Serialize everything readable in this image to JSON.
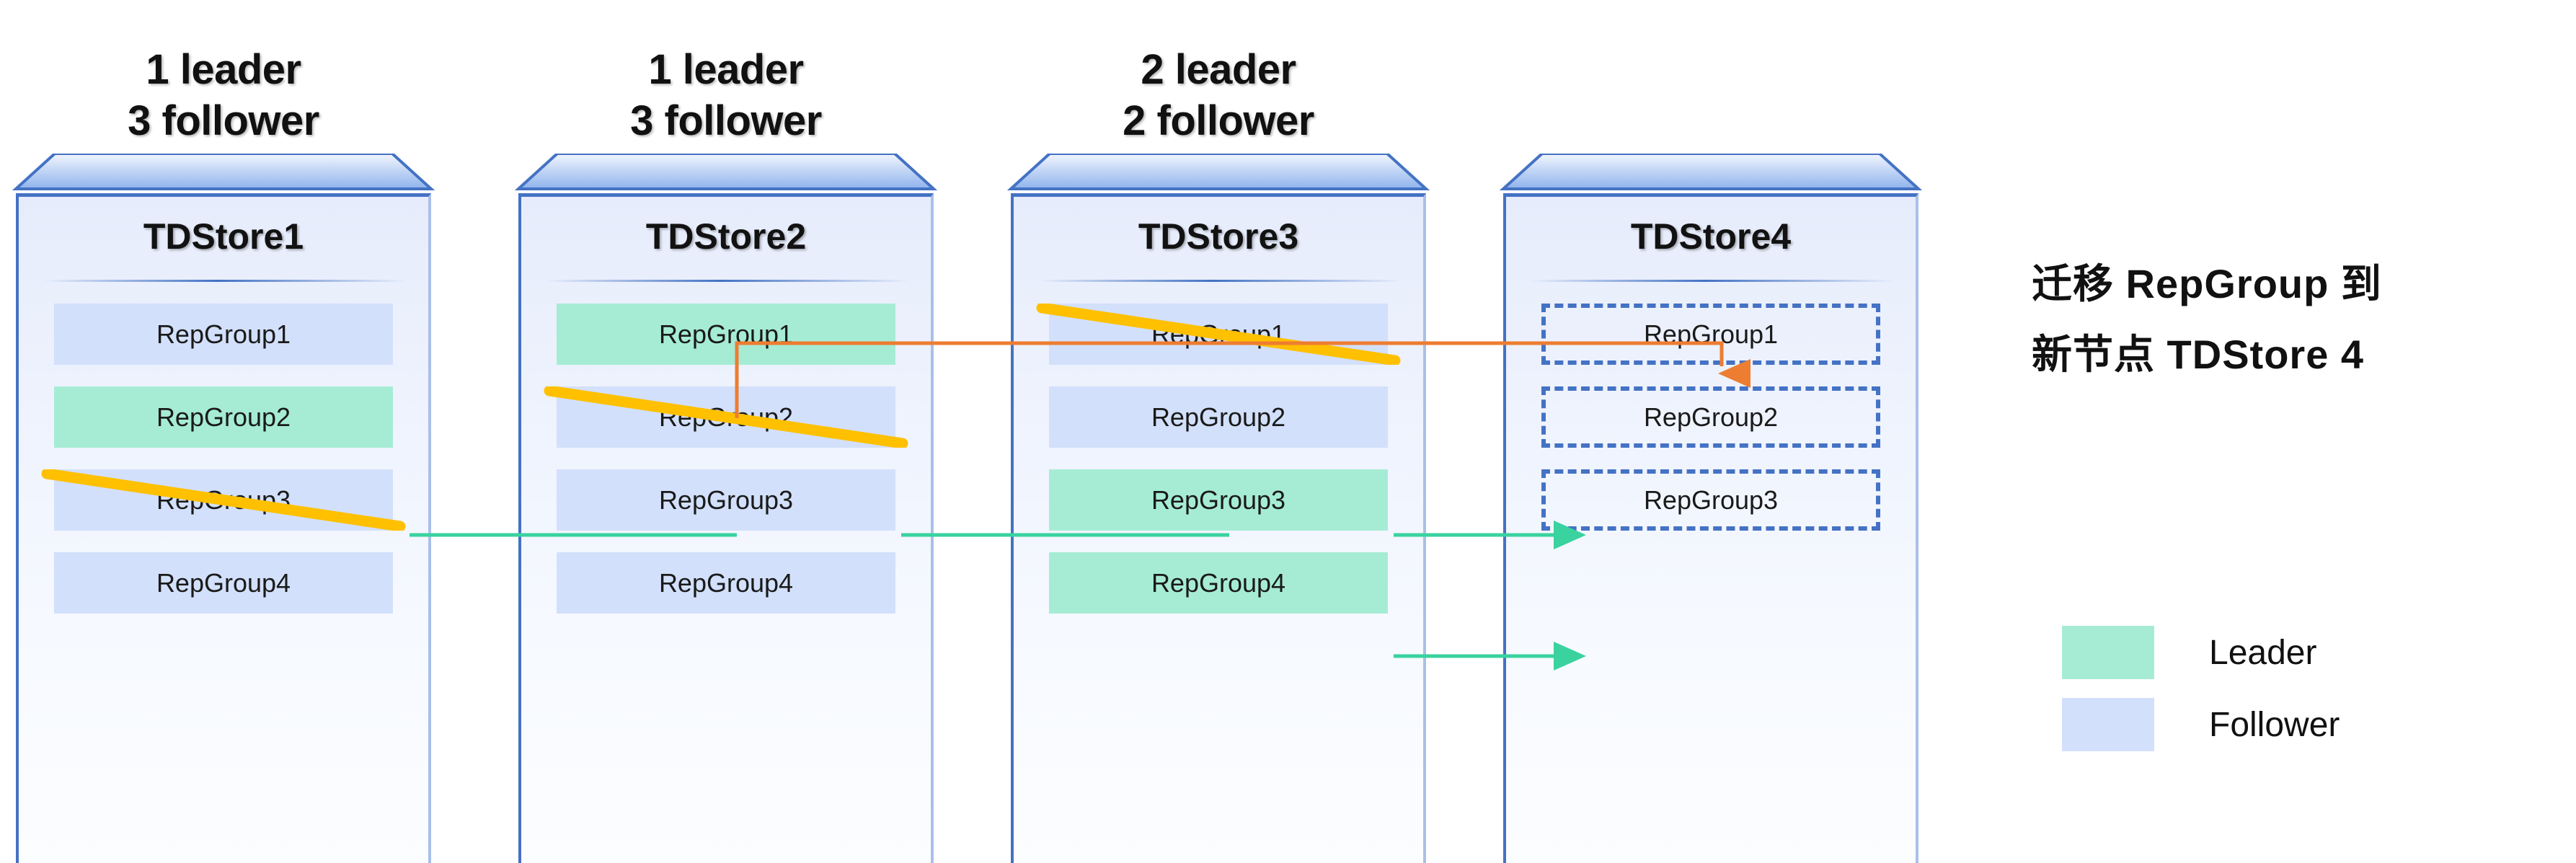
{
  "diagram": {
    "title_note_line1": "迁移 RepGroup 到",
    "title_note_line2": "新节点 TDStore 4",
    "colors": {
      "leader": "#a6ecd5",
      "follower": "#d2e0fb",
      "ghost_border": "#4472c4",
      "migrate_arrow": "#ed7d31",
      "strike": "#ffc000",
      "leader_arrow": "#3ad29f",
      "node_border": "#4472c4"
    },
    "servers": [
      {
        "header_line1": "1 leader",
        "header_line2": "3 follower",
        "name": "TDStore1",
        "groups": [
          {
            "label": "RepGroup1",
            "role": "follower",
            "struck": false,
            "ghost": false
          },
          {
            "label": "RepGroup2",
            "role": "leader",
            "struck": false,
            "ghost": false
          },
          {
            "label": "RepGroup3",
            "role": "follower",
            "struck": true,
            "ghost": false
          },
          {
            "label": "RepGroup4",
            "role": "follower",
            "struck": false,
            "ghost": false
          }
        ]
      },
      {
        "header_line1": "1 leader",
        "header_line2": "3 follower",
        "name": "TDStore2",
        "groups": [
          {
            "label": "RepGroup1",
            "role": "leader",
            "struck": false,
            "ghost": false
          },
          {
            "label": "RepGroup2",
            "role": "follower",
            "struck": true,
            "ghost": false
          },
          {
            "label": "RepGroup3",
            "role": "follower",
            "struck": false,
            "ghost": false
          },
          {
            "label": "RepGroup4",
            "role": "follower",
            "struck": false,
            "ghost": false
          }
        ]
      },
      {
        "header_line1": "2 leader",
        "header_line2": "2 follower",
        "name": "TDStore3",
        "groups": [
          {
            "label": "RepGroup1",
            "role": "follower",
            "struck": true,
            "ghost": false
          },
          {
            "label": "RepGroup2",
            "role": "follower",
            "struck": false,
            "ghost": false
          },
          {
            "label": "RepGroup3",
            "role": "leader",
            "struck": false,
            "ghost": false
          },
          {
            "label": "RepGroup4",
            "role": "leader",
            "struck": false,
            "ghost": false
          }
        ]
      },
      {
        "header_line1": "",
        "header_line2": "",
        "name": "TDStore4",
        "groups": [
          {
            "label": "RepGroup1",
            "role": "ghost",
            "struck": false,
            "ghost": true
          },
          {
            "label": "RepGroup2",
            "role": "ghost",
            "struck": false,
            "ghost": true
          },
          {
            "label": "RepGroup3",
            "role": "ghost",
            "struck": false,
            "ghost": true
          }
        ]
      }
    ],
    "legend": [
      {
        "label": "Leader",
        "color": "#a6ecd5"
      },
      {
        "label": "Follower",
        "color": "#d2e0fb"
      }
    ]
  }
}
